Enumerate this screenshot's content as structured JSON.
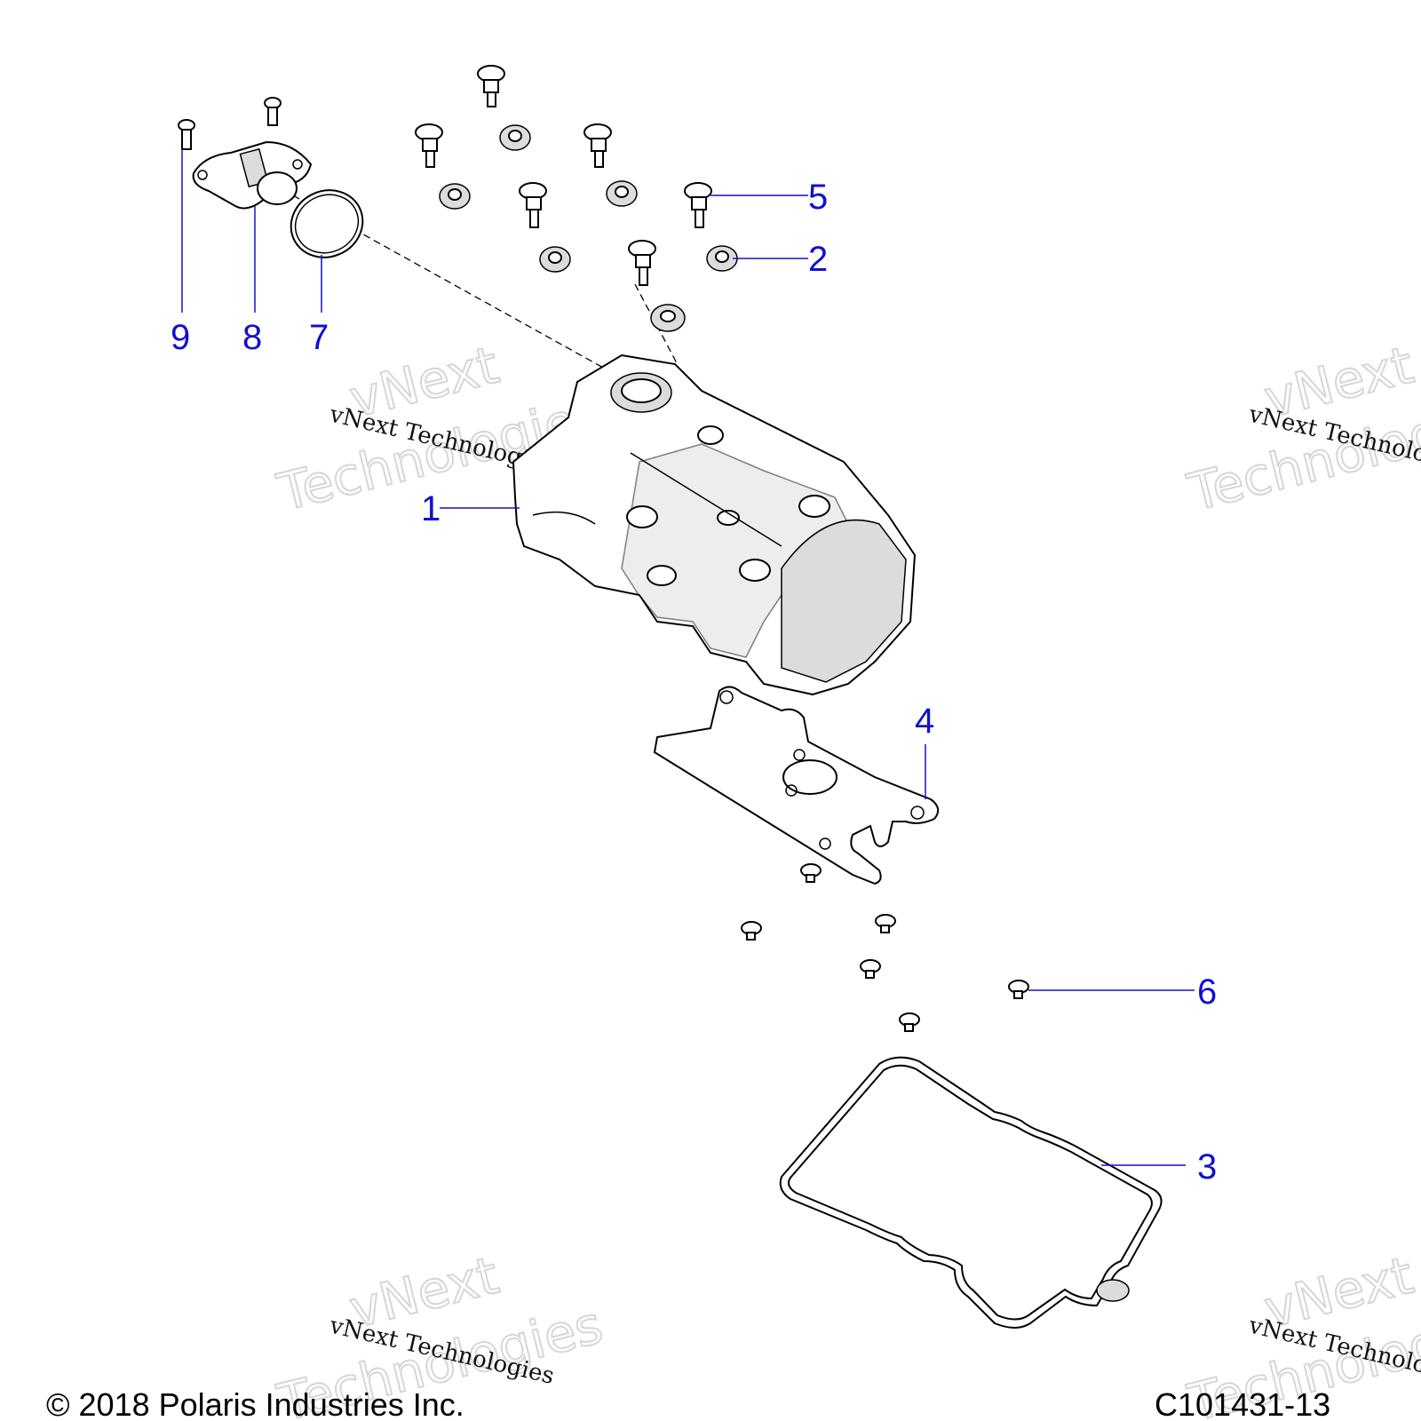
{
  "callouts": {
    "c1": "1",
    "c2": "2",
    "c3": "3",
    "c4": "4",
    "c5": "5",
    "c6": "6",
    "c7": "7",
    "c8": "8",
    "c9": "9"
  },
  "watermark": {
    "small_text": "vNext Technologies",
    "big_line1": "vNext",
    "big_line2": "Technologies"
  },
  "footer": {
    "copyright": "© 2018 Polaris Industries Inc.",
    "drawing_number": "C101431-13"
  },
  "colors": {
    "callout": "#1010d0",
    "line": "#000000",
    "shading": "#dcdcdc"
  }
}
